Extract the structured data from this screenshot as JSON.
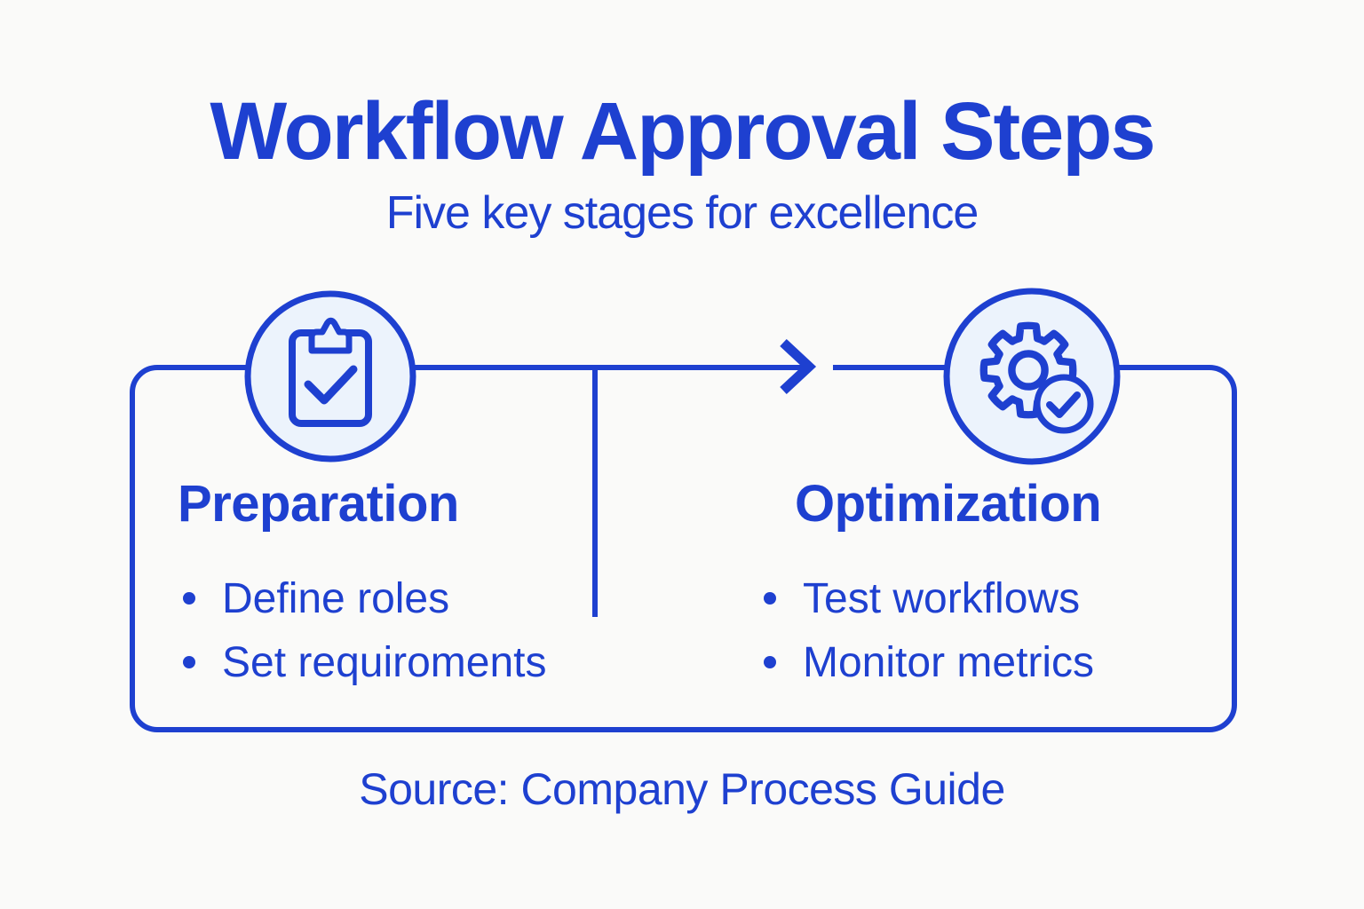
{
  "theme": {
    "accent_color": "#1e40d0",
    "icon_circle_fill": "#ecf3fc",
    "background_color": "#fafaf9"
  },
  "header": {
    "title": "Workflow Approval Steps",
    "subtitle": "Five key stages for excellence"
  },
  "stages": [
    {
      "name": "Preparation",
      "icon": "clipboard-check-icon",
      "bullets": [
        "Define roles",
        "Set requiroments"
      ]
    },
    {
      "name": "Optimization",
      "icon": "gear-check-icon",
      "bullets": [
        "Test workflows",
        "Monitor metrics"
      ]
    }
  ],
  "connector": {
    "icon": "arrow-right-icon"
  },
  "footer": {
    "source": "Source: Company Process Guide"
  }
}
